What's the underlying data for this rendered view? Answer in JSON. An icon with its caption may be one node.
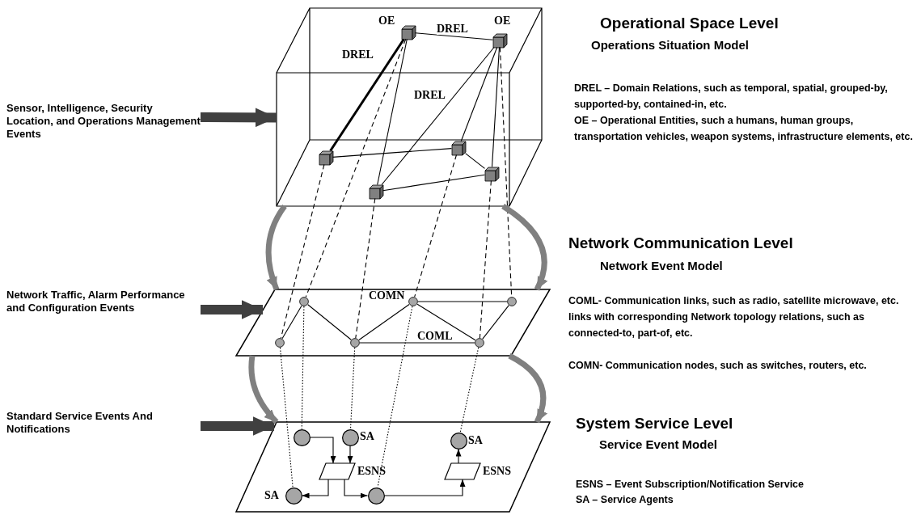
{
  "diagram": {
    "nodes": [
      {
        "text": [],
        "shape": "box"
      },
      {
        "text": [],
        "shape": "cube",
        "in": 0,
        "beside": [
          "OE"
        ]
      },
      {
        "text": [],
        "shape": "cube",
        "in": 0,
        "beside": [
          "OE"
        ]
      },
      {
        "text": [],
        "shape": "cube",
        "in": 0
      },
      {
        "text": [],
        "shape": "cube",
        "in": 0
      },
      {
        "text": [],
        "shape": "cube",
        "in": 0
      },
      {
        "text": [],
        "shape": "cube",
        "in": 0
      },
      {
        "text": [],
        "shape": "parallelogram"
      },
      {
        "text": [],
        "shape": "circle",
        "in": 7
      },
      {
        "text": [],
        "shape": "circle",
        "in": 7,
        "beside": [
          "COMN"
        ]
      },
      {
        "text": [],
        "shape": "circle",
        "in": 7
      },
      {
        "text": [],
        "shape": "circle",
        "in": 7
      },
      {
        "text": [],
        "shape": "circle",
        "in": 7
      },
      {
        "text": [],
        "shape": "circle",
        "in": 7
      },
      {
        "text": [],
        "shape": "parallelogram"
      },
      {
        "text": [],
        "shape": "circle",
        "in": 14
      },
      {
        "text": [],
        "shape": "circle",
        "in": 14,
        "beside": [
          "SA"
        ]
      },
      {
        "text": [],
        "shape": "circle",
        "in": 14,
        "beside": [
          "SA"
        ]
      },
      {
        "text": [],
        "shape": "parallelogram",
        "in": 14,
        "beside": [
          "ESNS"
        ]
      },
      {
        "text": [],
        "shape": "parallelogram",
        "in": 14,
        "beside": [
          "ESNS"
        ]
      },
      {
        "text": [],
        "shape": "circle",
        "in": 14,
        "beside": [
          "SA"
        ]
      },
      {
        "text": [],
        "shape": "circle",
        "in": 14
      },
      {
        "text": [
          "Sensor, Intelligence, Security Location, and Operations Management Events"
        ]
      },
      {
        "text": [
          "Network Traffic, Alarm Performance and Configuration Events"
        ]
      },
      {
        "text": [
          "Standard Service Events And Notifications"
        ]
      }
    ],
    "edges": [
      {
        "from": 1,
        "to": 2,
        "arrow": "none",
        "label": "DREL"
      },
      {
        "from": 1,
        "to": 3,
        "arrow": "none",
        "style": "thick",
        "label": "DREL"
      },
      {
        "from": 1,
        "to": 5,
        "arrow": "none"
      },
      {
        "from": 2,
        "to": 5,
        "arrow": "none",
        "label": "DREL"
      },
      {
        "from": 2,
        "to": 4,
        "arrow": "none"
      },
      {
        "from": 2,
        "to": 6,
        "arrow": "none"
      },
      {
        "from": 3,
        "to": 4,
        "arrow": "none"
      },
      {
        "from": 4,
        "to": 6,
        "arrow": "none"
      },
      {
        "from": 5,
        "to": 6,
        "arrow": "none"
      },
      {
        "from": 3,
        "to": 11,
        "arrow": "none",
        "style": "dashed"
      },
      {
        "from": 1,
        "to": 8,
        "arrow": "none",
        "style": "dashed"
      },
      {
        "from": 5,
        "to": 12,
        "arrow": "none",
        "style": "dashed"
      },
      {
        "from": 4,
        "to": 9,
        "arrow": "none",
        "style": "dashed"
      },
      {
        "from": 6,
        "to": 13,
        "arrow": "none",
        "style": "dashed"
      },
      {
        "from": 2,
        "to": 10,
        "arrow": "none",
        "style": "dashed"
      },
      {
        "from": 11,
        "to": 8,
        "arrow": "none"
      },
      {
        "from": 8,
        "to": 12,
        "arrow": "none"
      },
      {
        "from": 12,
        "to": 9,
        "arrow": "none"
      },
      {
        "from": 9,
        "to": 10,
        "arrow": "none"
      },
      {
        "from": 9,
        "to": 13,
        "arrow": "none"
      },
      {
        "from": 12,
        "to": 13,
        "arrow": "none",
        "label": "COML"
      },
      {
        "from": 13,
        "to": 10,
        "arrow": "none"
      },
      {
        "from": 11,
        "to": 20,
        "arrow": "none",
        "style": "dashed"
      },
      {
        "from": 8,
        "to": 15,
        "arrow": "none",
        "style": "dashed"
      },
      {
        "from": 12,
        "to": 16,
        "arrow": "none",
        "style": "dashed"
      },
      {
        "from": 9,
        "to": 21,
        "arrow": "none",
        "style": "dashed"
      },
      {
        "from": 13,
        "to": 17,
        "arrow": "none",
        "style": "dashed"
      },
      {
        "from": 15,
        "to": 18,
        "arrow": "to"
      },
      {
        "from": 16,
        "to": 18,
        "arrow": "to"
      },
      {
        "from": 18,
        "to": 20,
        "arrow": "to"
      },
      {
        "from": 18,
        "to": 21,
        "arrow": "to"
      },
      {
        "from": 21,
        "to": 19,
        "arrow": "to"
      },
      {
        "from": 19,
        "to": 17,
        "arrow": "to"
      },
      {
        "from": 22,
        "to": 0,
        "arrow": "to",
        "style": "thick",
        "color": "#404040"
      },
      {
        "from": 23,
        "to": 7,
        "arrow": "to",
        "style": "thick",
        "color": "#404040"
      },
      {
        "from": 24,
        "to": 14,
        "arrow": "to",
        "style": "thick",
        "color": "#404040"
      },
      {
        "from": 0,
        "to": 7,
        "arrow": "to",
        "style": "thick",
        "color": "#808080"
      },
      {
        "from": 0,
        "to": 7,
        "arrow": "to",
        "style": "thick",
        "color": "#808080"
      },
      {
        "from": 7,
        "to": 14,
        "arrow": "to",
        "style": "thick",
        "color": "#808080"
      },
      {
        "from": 7,
        "to": 14,
        "arrow": "to",
        "style": "thick",
        "color": "#808080"
      }
    ],
    "labels": [
      "Operational Space Level",
      "Operations Situation Model",
      "DREL – Domain Relations, such as temporal, spatial, grouped-by, supported-by, contained-in, etc.",
      "OE – Operational Entities, such a humans, human groups, transportation vehicles, weapon systems, infrastructure elements, etc.",
      "Network Communication Level",
      "Network Event Model",
      "COML- Communication links, such as radio, satellite microwave, etc. links with corresponding Network topology relations, such as connected-to, part-of, etc.",
      "COMN- Communication nodes, such as switches, routers, etc.",
      "System Service Level",
      "Service Event Model",
      "ESNS – Event Subscription/Notification Service",
      "SA – Service Agents"
    ]
  }
}
